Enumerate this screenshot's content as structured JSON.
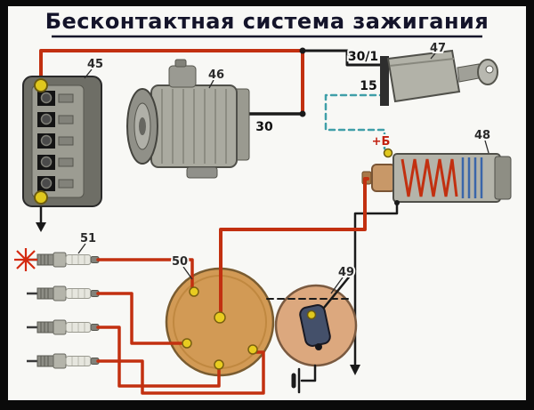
{
  "title": "Бесконтактная система зажигания",
  "callouts": {
    "fuse_block": "45",
    "generator": "46",
    "ignition_switch": "47",
    "ignition_coil": "48",
    "commutator": "49",
    "distributor": "50",
    "spark_plugs": "51"
  },
  "terminals": {
    "gen_30": "30",
    "sw_30_1": "30/1",
    "sw_15": "15",
    "coil_plus_b": "+Б"
  },
  "colors": {
    "wire_hot": "#c23010",
    "wire_ground": "#1a1a1a",
    "wire_switched": "#3f9fa8",
    "terminal_yellow": "#e0c81e",
    "distributor_body": "#d29a55",
    "commutator_body": "#dca87e",
    "coil_winding_primary": "#c23010",
    "coil_winding_secondary": "#3a66aa",
    "metal_light": "#b4b4aa",
    "metal_dark": "#6e6e66"
  }
}
